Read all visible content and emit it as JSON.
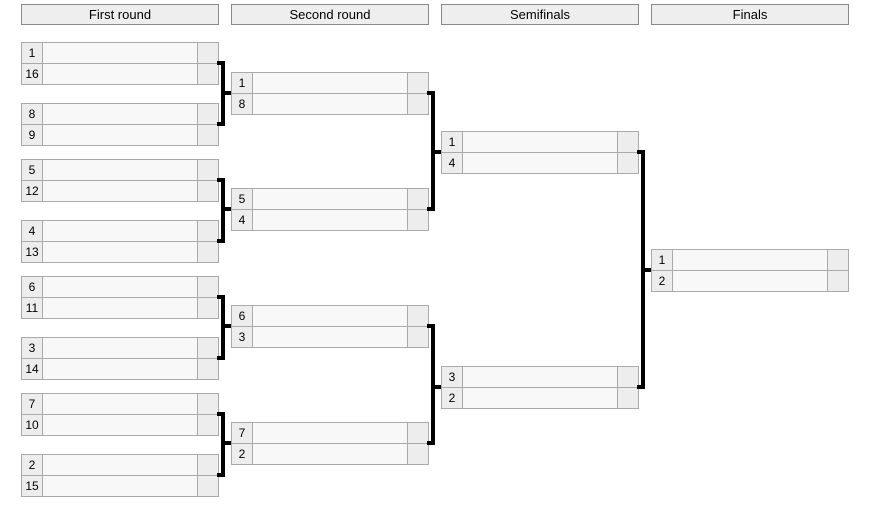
{
  "title": "Tournament bracket",
  "colors": {
    "header_bg": "#eeeeee",
    "header_border": "#888888",
    "cell_border": "#aaaaaa",
    "seed_cell_bg": "#ededed",
    "name_cell_bg": "#f8f8f8",
    "connector": "#000000",
    "text": "#000000",
    "page_bg": "#ffffff"
  },
  "headers": [
    {
      "label": "First round"
    },
    {
      "label": "Second round"
    },
    {
      "label": "Semifinals"
    },
    {
      "label": "Finals"
    }
  ],
  "rounds": [
    {
      "name": "First round",
      "matches": [
        {
          "slots": [
            {
              "seed": "1",
              "name": "",
              "score": ""
            },
            {
              "seed": "16",
              "name": "",
              "score": ""
            }
          ]
        },
        {
          "slots": [
            {
              "seed": "8",
              "name": "",
              "score": ""
            },
            {
              "seed": "9",
              "name": "",
              "score": ""
            }
          ]
        },
        {
          "slots": [
            {
              "seed": "5",
              "name": "",
              "score": ""
            },
            {
              "seed": "12",
              "name": "",
              "score": ""
            }
          ]
        },
        {
          "slots": [
            {
              "seed": "4",
              "name": "",
              "score": ""
            },
            {
              "seed": "13",
              "name": "",
              "score": ""
            }
          ]
        },
        {
          "slots": [
            {
              "seed": "6",
              "name": "",
              "score": ""
            },
            {
              "seed": "11",
              "name": "",
              "score": ""
            }
          ]
        },
        {
          "slots": [
            {
              "seed": "3",
              "name": "",
              "score": ""
            },
            {
              "seed": "14",
              "name": "",
              "score": ""
            }
          ]
        },
        {
          "slots": [
            {
              "seed": "7",
              "name": "",
              "score": ""
            },
            {
              "seed": "10",
              "name": "",
              "score": ""
            }
          ]
        },
        {
          "slots": [
            {
              "seed": "2",
              "name": "",
              "score": ""
            },
            {
              "seed": "15",
              "name": "",
              "score": ""
            }
          ]
        }
      ]
    },
    {
      "name": "Second round",
      "matches": [
        {
          "slots": [
            {
              "seed": "1",
              "name": "",
              "score": ""
            },
            {
              "seed": "8",
              "name": "",
              "score": ""
            }
          ]
        },
        {
          "slots": [
            {
              "seed": "5",
              "name": "",
              "score": ""
            },
            {
              "seed": "4",
              "name": "",
              "score": ""
            }
          ]
        },
        {
          "slots": [
            {
              "seed": "6",
              "name": "",
              "score": ""
            },
            {
              "seed": "3",
              "name": "",
              "score": ""
            }
          ]
        },
        {
          "slots": [
            {
              "seed": "7",
              "name": "",
              "score": ""
            },
            {
              "seed": "2",
              "name": "",
              "score": ""
            }
          ]
        }
      ]
    },
    {
      "name": "Semifinals",
      "matches": [
        {
          "slots": [
            {
              "seed": "1",
              "name": "",
              "score": ""
            },
            {
              "seed": "4",
              "name": "",
              "score": ""
            }
          ]
        },
        {
          "slots": [
            {
              "seed": "3",
              "name": "",
              "score": ""
            },
            {
              "seed": "2",
              "name": "",
              "score": ""
            }
          ]
        }
      ]
    },
    {
      "name": "Finals",
      "matches": [
        {
          "slots": [
            {
              "seed": "1",
              "name": "",
              "score": ""
            },
            {
              "seed": "2",
              "name": "",
              "score": ""
            }
          ]
        }
      ]
    }
  ]
}
